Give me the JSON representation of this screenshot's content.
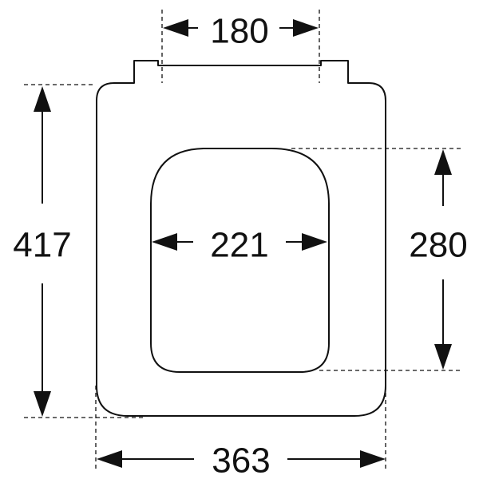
{
  "dimensions": {
    "hinge_width": {
      "value": "180"
    },
    "opening_width": {
      "value": "221"
    },
    "seat_length": {
      "value": "417"
    },
    "opening_length": {
      "value": "280"
    },
    "seat_width": {
      "value": "363"
    }
  },
  "colors": {
    "line": "#111111",
    "background": "#ffffff"
  }
}
